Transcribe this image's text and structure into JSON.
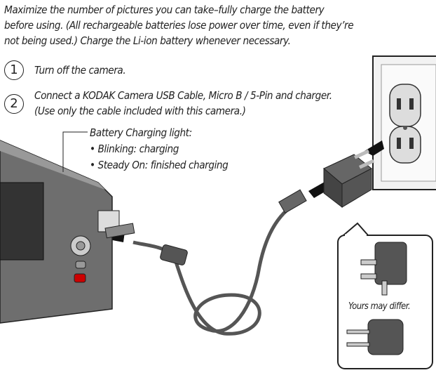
{
  "intro": [
    "Maximize the number of pictures you can take–fully charge the battery",
    "before using. (All rechargeable batteries lose power over time, even if they’re",
    "not being used.) Charge the Li-ion battery whenever necessary."
  ],
  "steps": [
    {
      "number": "1",
      "lines": [
        "Turn off the camera."
      ]
    },
    {
      "number": "2",
      "lines": [
        "Connect a KODAK Camera USB Cable, Micro B / 5-Pin and charger.",
        "(Use only the cable included with this camera.)"
      ]
    }
  ],
  "callout": {
    "title": "Battery Charging light:",
    "items": [
      "• Blinking: charging",
      "• Steady On: finished charging"
    ]
  },
  "inset_caption": "Yours may differ."
}
